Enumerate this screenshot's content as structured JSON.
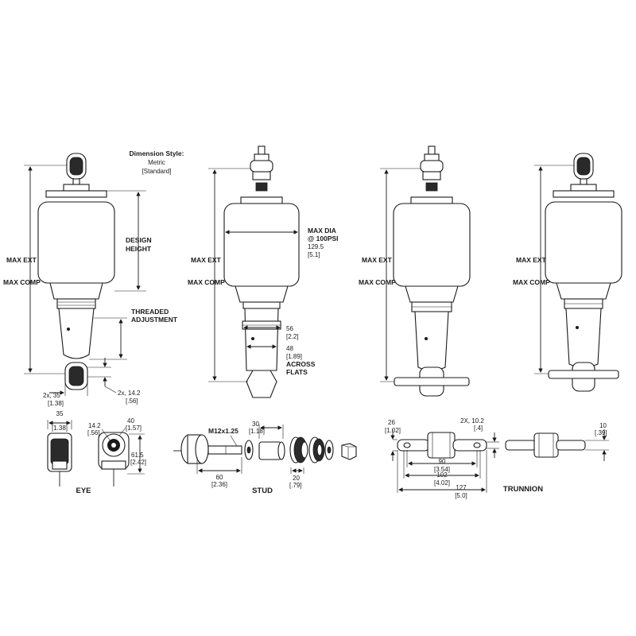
{
  "legend": {
    "title": "Dimension Style:",
    "metric": "Metric",
    "standard": "[Standard]"
  },
  "views": {
    "eye": {
      "max_ext": "MAX EXT",
      "max_comp": "MAX COMP",
      "design_height_1": "DESIGN",
      "design_height_2": "HEIGHT",
      "threaded_1": "THREADED",
      "threaded_2": "ADJUSTMENT",
      "dim_a": "2x, 35",
      "dim_a_std": "[1.38]",
      "dim_b": "2x, 14.2",
      "dim_b_std": "[.56]"
    },
    "stud": {
      "max_ext": "MAX EXT",
      "max_comp": "MAX COMP",
      "max_dia_1": "MAX DIA",
      "max_dia_2": "@ 100PSI",
      "max_dia_val": "129.5",
      "max_dia_std": "[5.1]",
      "d56": "56",
      "d56_std": "[2.2]",
      "d48": "48",
      "d48_std": "[1.89]",
      "across_1": "ACROSS",
      "across_2": "FLATS"
    },
    "trunnion_a": {
      "max_ext": "MAX EXT",
      "max_comp": "MAX COMP"
    },
    "trunnion_b": {
      "max_ext": "MAX EXT",
      "max_comp": "MAX COMP"
    }
  },
  "details": {
    "eye": {
      "label": "EYE",
      "d35": "35",
      "d35_std": "[1.38]",
      "d14": "14.2",
      "d14_std": "[.56]",
      "d40": "40",
      "d40_std": "[1.57]",
      "d61": "61.5",
      "d61_std": "[2.42]"
    },
    "stud": {
      "label": "STUD",
      "thread": "M12x1.25",
      "d60": "60",
      "d60_std": "[2.36]",
      "d30": "30",
      "d30_std": "[1.18]",
      "d20": "20",
      "d20_std": "[.79]"
    },
    "trunnion": {
      "label": "TRUNNION",
      "d26": "26",
      "d26_std": "[1.02]",
      "d10_2": "2X, 10.2",
      "d10_2_std": "[.4]",
      "d90": "90",
      "d90_std": "[3.54]",
      "d102": "102",
      "d102_std": "[4.02]",
      "d127": "127",
      "d127_std": "[5.0]",
      "d10": "10",
      "d10_std": "[.39]"
    }
  }
}
